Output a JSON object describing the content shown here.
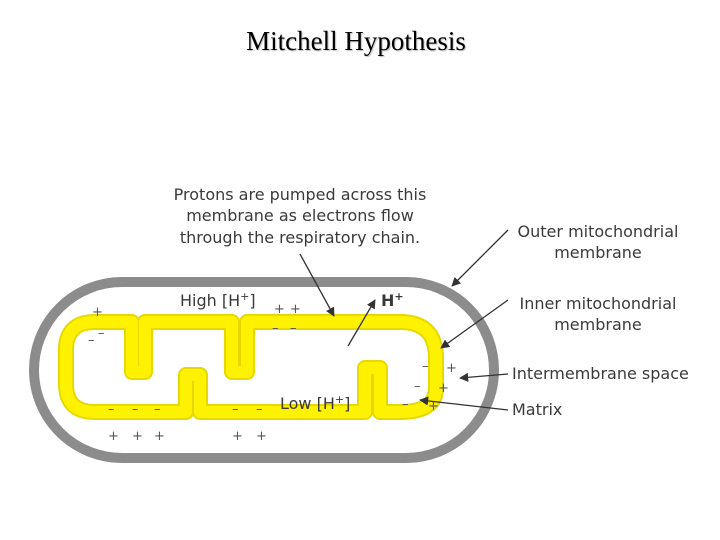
{
  "title": "Mitchell Hypothesis",
  "caption": {
    "line1": "Protons are pumped across this",
    "line2": "membrane as electrons flow",
    "line3": "through the respiratory chain."
  },
  "labels": {
    "outer_line1": "Outer mitochondrial",
    "outer_line2": "membrane",
    "inner_line1": "Inner mitochondrial",
    "inner_line2": "membrane",
    "intermembrane": "Intermembrane space",
    "matrix": "Matrix",
    "high": "High [H",
    "low": "Low [H",
    "proton": "H"
  },
  "symbols": {
    "plus": "+",
    "minus": "–",
    "sup_plus": "+",
    "bracket": "]"
  },
  "colors": {
    "outer": "#8c8c8c",
    "inner": "#fff200",
    "inner_edge": "#e6d800",
    "text": "#3a3a3a"
  }
}
